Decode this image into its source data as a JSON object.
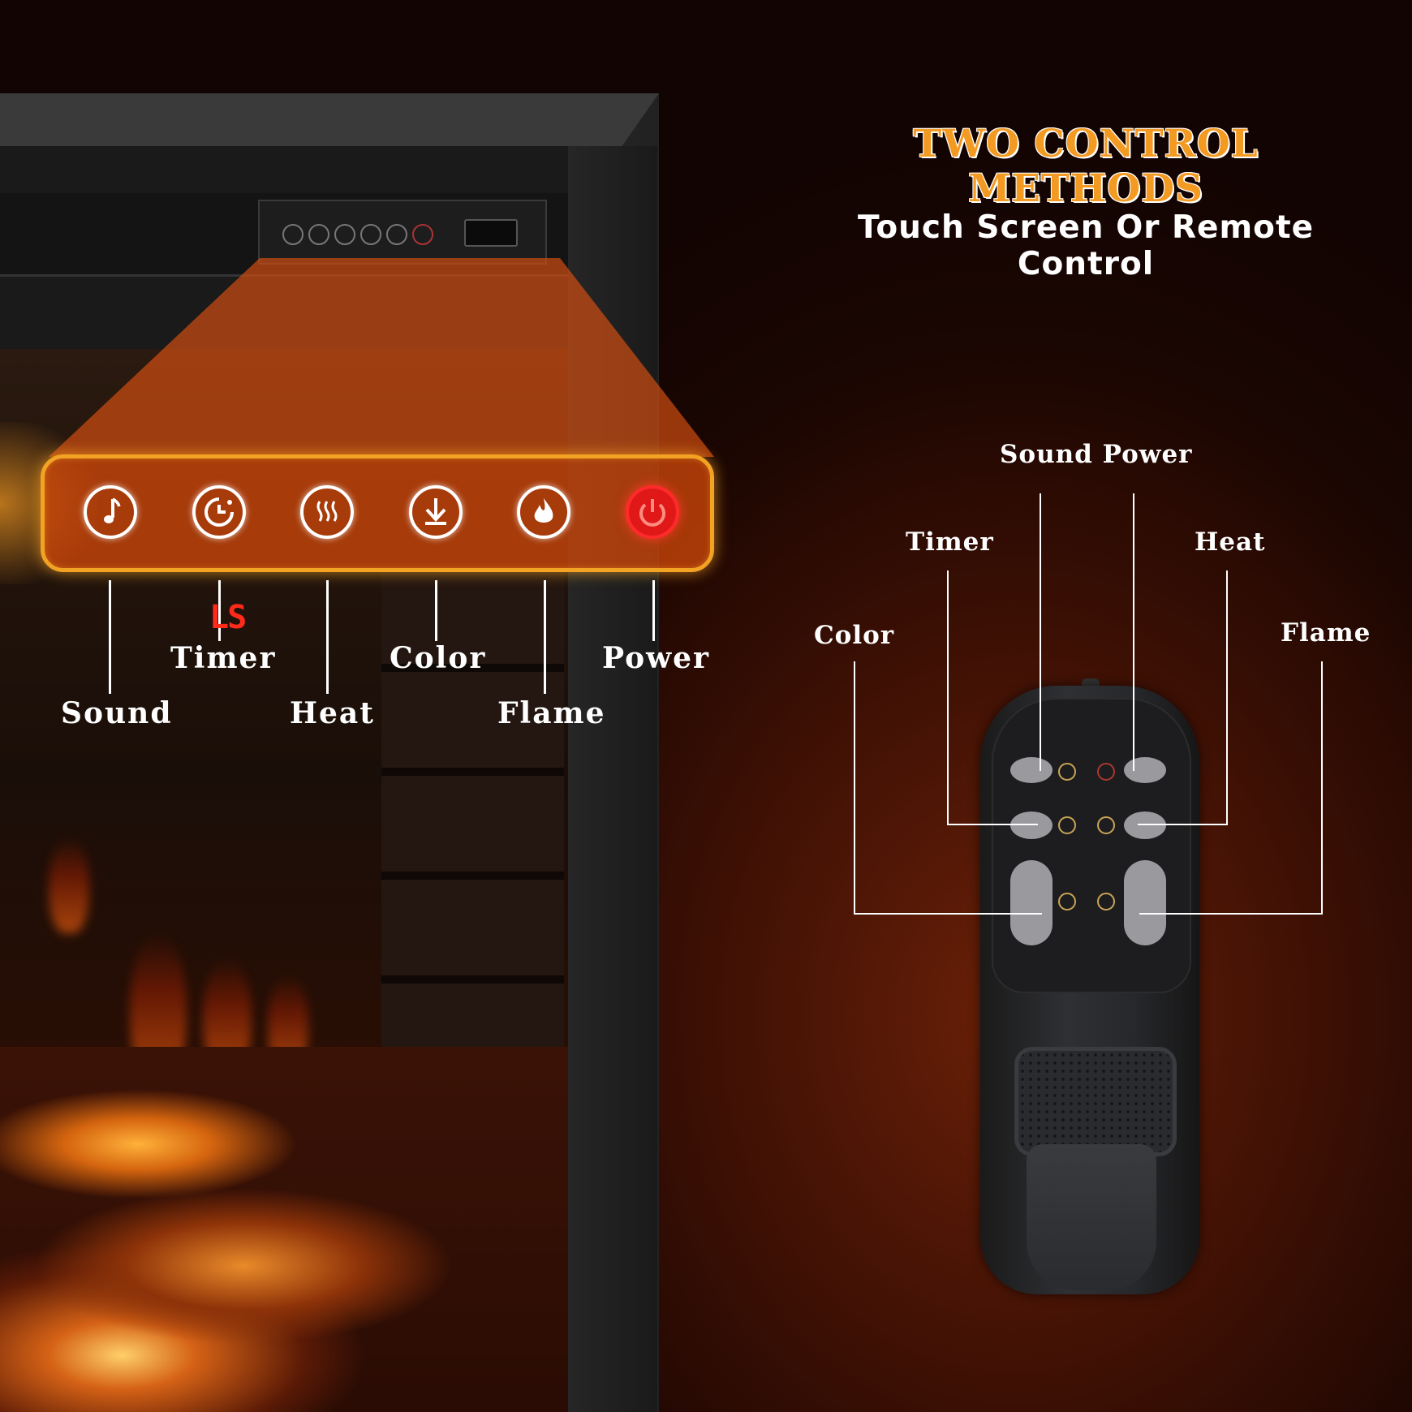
{
  "heading": "TWO CONTROL METHODS",
  "subheading": "Touch Screen Or Remote Control",
  "touch_panel": {
    "labels": {
      "sound": "Sound",
      "timer": "Timer",
      "heat": "Heat",
      "color": "Color",
      "flame": "Flame",
      "power": "Power"
    },
    "icons": [
      "sound-icon",
      "timer-icon",
      "heat-icon",
      "color-icon",
      "flame-icon",
      "power-icon"
    ],
    "timer_display": "LS"
  },
  "remote": {
    "labels": {
      "sound_power": "Sound Power",
      "timer": "Timer",
      "heat": "Heat",
      "color": "Color",
      "flame": "Flame"
    }
  },
  "colors": {
    "heading": "#f39a22",
    "panel_border": "#f2a323",
    "power_button": "#e01818",
    "accent_orange": "#d65012"
  }
}
